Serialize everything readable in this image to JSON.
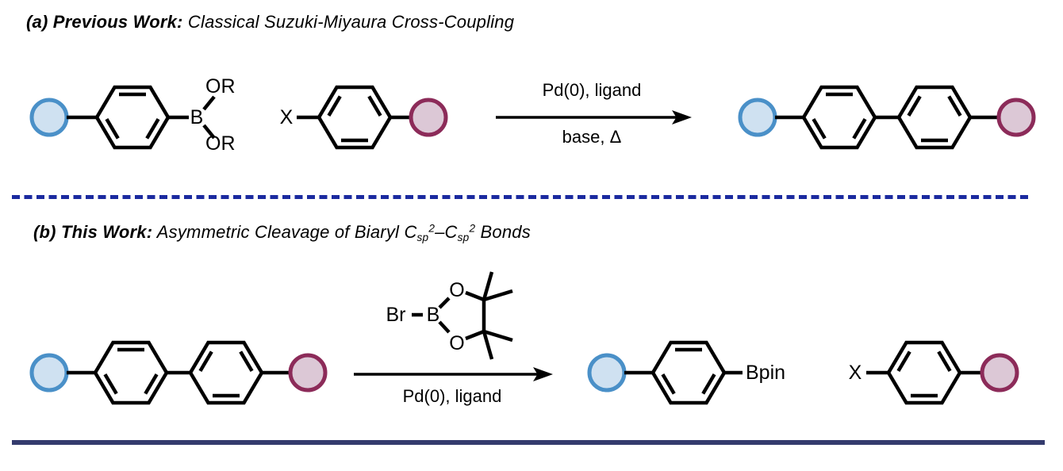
{
  "figure": {
    "type": "chemistry-reaction-scheme",
    "description": "Two-panel scheme comparing classical Suzuki-Miyaura cross-coupling with asymmetric cleavage of biaryl bonds"
  },
  "colors": {
    "bond": "#000000",
    "blue_sphere_fill": "#cfe1f1",
    "blue_sphere_stroke": "#4a90c8",
    "pink_sphere_fill": "#dcc8d6",
    "pink_sphere_stroke": "#8c2b59",
    "divider_dashed": "#1b2a9f",
    "bottom_rule": "#343b6d"
  },
  "section_a": {
    "heading_bold": "(a) Previous Work:",
    "heading_rest": " Classical Suzuki-Miyaura Cross-Coupling",
    "boronate": {
      "b": "B",
      "or_top": "OR",
      "or_bottom": "OR"
    },
    "halide": {
      "x": "X"
    },
    "arrow": {
      "above": "Pd(0), ligand",
      "below": "base, Δ"
    }
  },
  "section_b": {
    "heading_bold": "(b) This Work:",
    "heading_parts": {
      "pre": " Asymmetric Cleavage of Biaryl ",
      "c1": "C",
      "sub1": "sp",
      "sup1": "2",
      "dash": "–",
      "c2": "C",
      "sub2": "sp",
      "sup2": "2",
      "post": " Bonds"
    },
    "reagent": {
      "br": "Br",
      "b": "B",
      "o_top": "O",
      "o_bottom": "O"
    },
    "arrow": {
      "below": "Pd(0), ligand"
    },
    "boronate_product": {
      "bpin": "Bpin"
    },
    "halide_product": {
      "x": "X"
    }
  }
}
